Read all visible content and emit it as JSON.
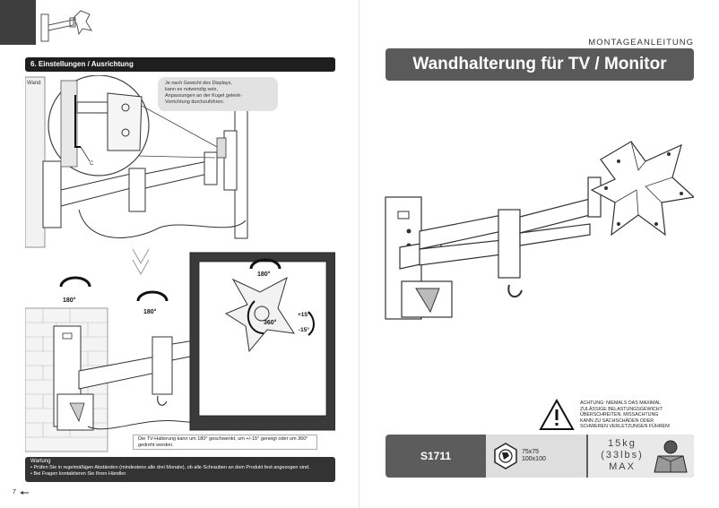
{
  "left_page": {
    "section_title": "6. Einstellungen / Ausrichtung",
    "wall_label": "Wand",
    "callout_c": "C",
    "note": "Je nach Gewicht des Displays,\nkann es notwendig sein,\nAnpassungen an der Kugel gelenk-\nVorrichtung durchzuführen.",
    "rotation_labels": [
      "180°",
      "180°",
      "180°"
    ],
    "rotation_360": "360°",
    "tilt_up": "+15°",
    "tilt_down": "-15°",
    "caption": "Die TV-Halterung kann um 180° geschwenkt, um +/-15° geneigt oder um 360° gedreht werden.",
    "maintenance_title": "Wartung",
    "maintenance_items": [
      "• Prüfen Sie in regelmäßigen Abständen (mindestens alle drei Monate), ob alle Schrauben an dem Produkt fest angezogen sind.",
      "• Bei Fragen kontaktieren Sie Ihren Händler."
    ],
    "page_number": "7"
  },
  "right_page": {
    "doc_type": "MONTAGEANLEITUNG",
    "title": "Wandhalterung für TV / Monitor",
    "warning": "ACHTUNG: NIEMALS DAS MAXIMAL\nZULÄSSIGE BELASTUNGSGEWICHT\nÜBERSCHREITEN. MISSACHTUNG\nKANN ZU SACHSCHÄDEN ODER\nSCHWEREN VERLETZUNGEN FÜHREN!",
    "model": "S1711",
    "vesa_sizes": [
      "75x75",
      "100x100"
    ],
    "weight_kg": "15kg",
    "weight_lbs": "(33lbs)",
    "weight_max": "MAX"
  },
  "colors": {
    "banner": "#5a5a5a",
    "section_bar": "#1e1e1e",
    "maintenance_box": "#333333",
    "corner_block": "#3e3e3e"
  }
}
